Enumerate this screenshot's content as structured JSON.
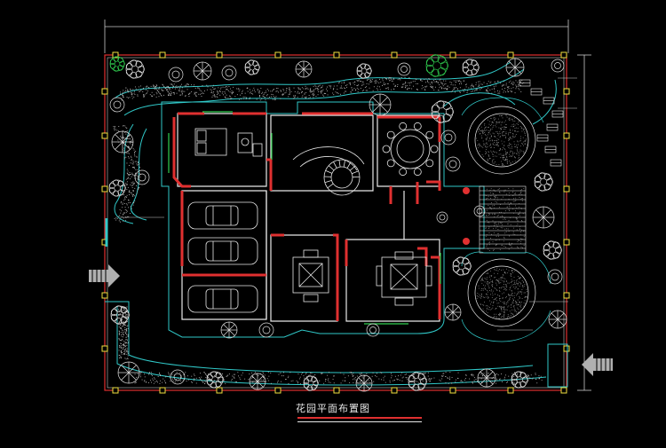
{
  "drawing": {
    "title": "花园平面布置图"
  },
  "colors": {
    "boundary": "#e03030",
    "wall": "#e8e8e8",
    "path": "#30c8c8",
    "plant": "#e0e0e0",
    "tree_green": "#30d050",
    "column": "#f0e040",
    "dimension": "#c8c8c8"
  },
  "icons": {
    "entry_arrow_left": "entry-arrow-left-icon",
    "entry_arrow_right": "entry-arrow-right-icon",
    "car": "car-icon",
    "tree": "tree-icon",
    "round_table": "round-dining-table-icon",
    "spiral_stair": "spiral-stair-icon",
    "sofa_set": "sofa-set-icon",
    "fountain": "circular-fountain-icon"
  },
  "features": {
    "parking_spaces": 3,
    "circular_plazas": 2,
    "dining_seats": 10
  }
}
